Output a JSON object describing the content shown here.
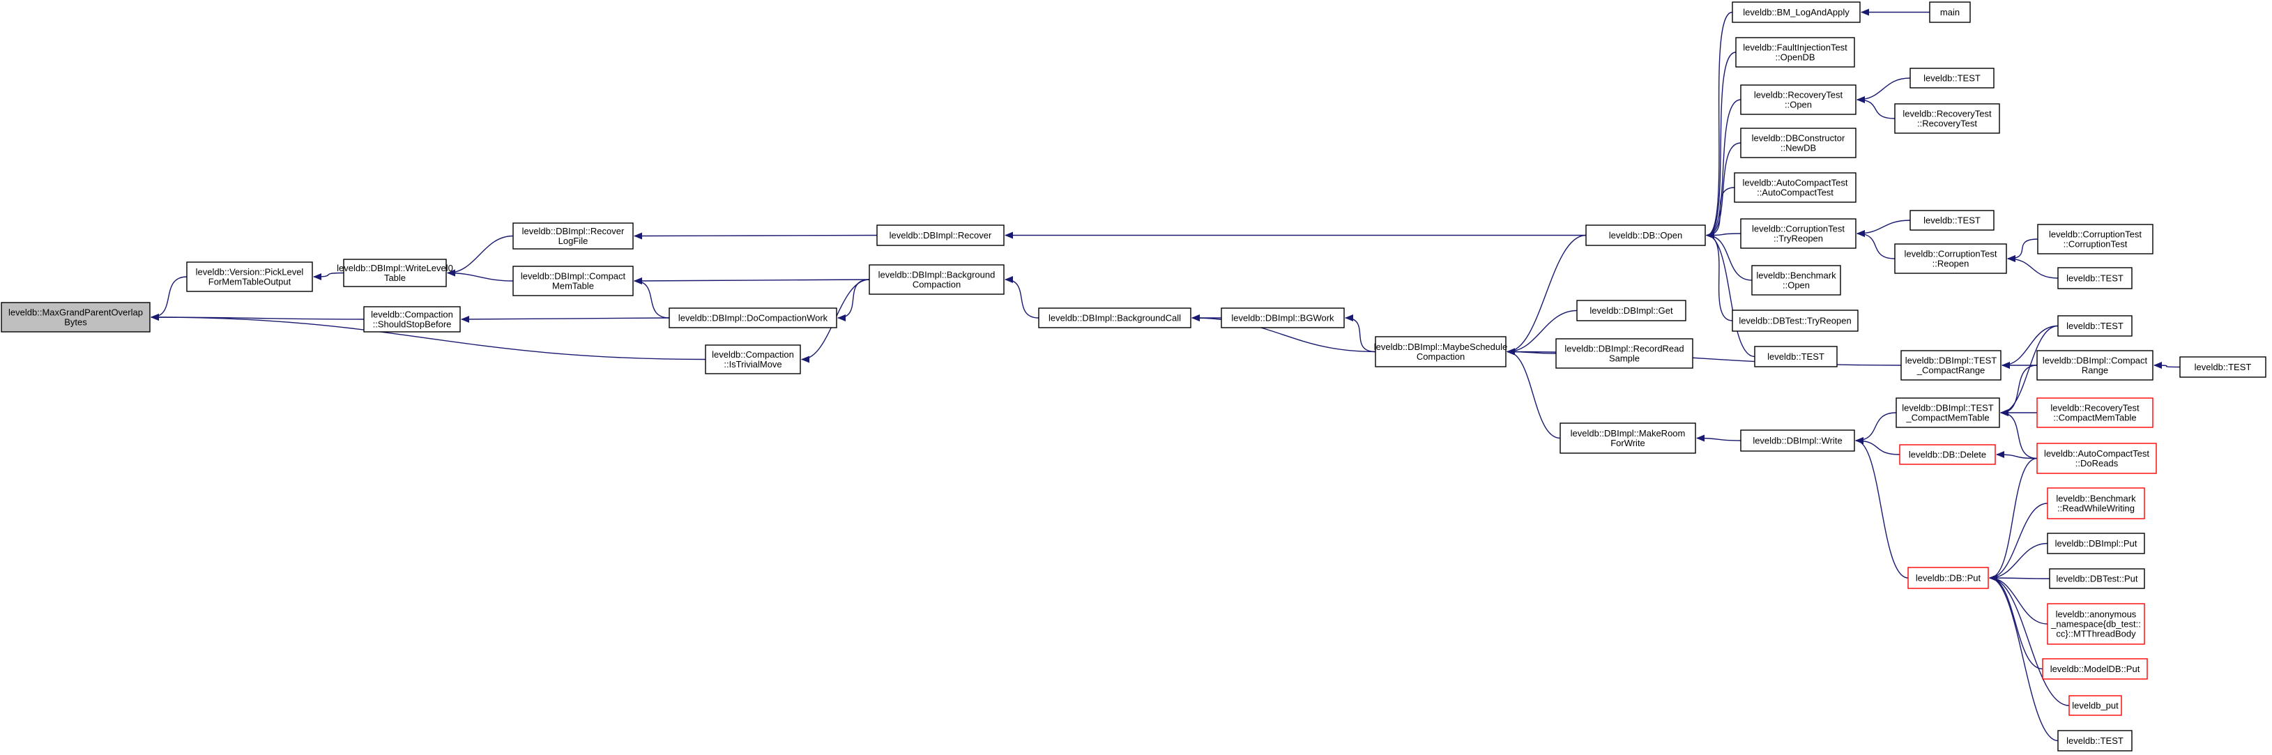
{
  "colors": {
    "edge": "#191970",
    "node_border": "#000000",
    "node_border_truncated": "#ff0000",
    "root_fill": "#bfbfbf",
    "node_fill": "#ffffff",
    "background": "#ffffff"
  },
  "nodes": [
    {
      "id": "root",
      "lines": [
        "leveldb::MaxGrandParentOverlap",
        "Bytes"
      ],
      "root": true
    },
    {
      "id": "pick",
      "lines": [
        "leveldb::Version::PickLevel",
        "ForMemTableOutput"
      ]
    },
    {
      "id": "stopbefore",
      "lines": [
        "leveldb::Compaction",
        "::ShouldStopBefore"
      ]
    },
    {
      "id": "trivial",
      "lines": [
        "leveldb::Compaction",
        "::IsTrivialMove"
      ]
    },
    {
      "id": "writel0",
      "lines": [
        "leveldb::DBImpl::WriteLevel0",
        "Table"
      ]
    },
    {
      "id": "recoverlog",
      "lines": [
        "leveldb::DBImpl::Recover",
        "LogFile"
      ]
    },
    {
      "id": "compactmem",
      "lines": [
        "leveldb::DBImpl::Compact",
        "MemTable"
      ]
    },
    {
      "id": "docompaction",
      "lines": [
        "leveldb::DBImpl::DoCompactionWork"
      ]
    },
    {
      "id": "recover",
      "lines": [
        "leveldb::DBImpl::Recover"
      ]
    },
    {
      "id": "bgcompaction",
      "lines": [
        "leveldb::DBImpl::Background",
        "Compaction"
      ]
    },
    {
      "id": "bgcall",
      "lines": [
        "leveldb::DBImpl::BackgroundCall"
      ]
    },
    {
      "id": "bgwork",
      "lines": [
        "leveldb::DBImpl::BGWork"
      ]
    },
    {
      "id": "maybeschedule",
      "lines": [
        "leveldb::DBImpl::MaybeSchedule",
        "Compaction"
      ]
    },
    {
      "id": "dbopen",
      "lines": [
        "leveldb::DB::Open"
      ]
    },
    {
      "id": "dbimplget",
      "lines": [
        "leveldb::DBImpl::Get"
      ]
    },
    {
      "id": "recordread",
      "lines": [
        "leveldb::DBImpl::RecordRead",
        "Sample"
      ]
    },
    {
      "id": "makeroom",
      "lines": [
        "leveldb::DBImpl::MakeRoom",
        "ForWrite"
      ]
    },
    {
      "id": "dbimplwrite",
      "lines": [
        "leveldb::DBImpl::Write"
      ]
    },
    {
      "id": "bmlog",
      "lines": [
        "leveldb::BM_LogAndApply"
      ]
    },
    {
      "id": "faultopen",
      "lines": [
        "leveldb::FaultInjectionTest",
        "::OpenDB"
      ]
    },
    {
      "id": "recopen",
      "lines": [
        "leveldb::RecoveryTest",
        "::Open"
      ]
    },
    {
      "id": "dbctor",
      "lines": [
        "leveldb::DBConstructor",
        "::NewDB"
      ]
    },
    {
      "id": "autoctor",
      "lines": [
        "leveldb::AutoCompactTest",
        "::AutoCompactTest"
      ]
    },
    {
      "id": "corrtryreopen",
      "lines": [
        "leveldb::CorruptionTest",
        "::TryReopen"
      ]
    },
    {
      "id": "benchopen",
      "lines": [
        "leveldb::Benchmark",
        "::Open"
      ]
    },
    {
      "id": "dbtesttryreopen",
      "lines": [
        "leveldb::DBTest::TryReopen"
      ]
    },
    {
      "id": "test_open",
      "lines": [
        "leveldb::TEST"
      ]
    },
    {
      "id": "test_compactrange",
      "lines": [
        "leveldb::DBImpl::TEST",
        "_CompactRange"
      ]
    },
    {
      "id": "test_compactmem",
      "lines": [
        "leveldb::DBImpl::TEST",
        "_CompactMemTable"
      ]
    },
    {
      "id": "dbdelete",
      "lines": [
        "leveldb::DB::Delete"
      ],
      "truncated": true
    },
    {
      "id": "dbput",
      "lines": [
        "leveldb::DB::Put"
      ],
      "truncated": true
    },
    {
      "id": "main",
      "lines": [
        "main"
      ]
    },
    {
      "id": "test_rec",
      "lines": [
        "leveldb::TEST"
      ]
    },
    {
      "id": "recctor",
      "lines": [
        "leveldb::RecoveryTest",
        "::RecoveryTest"
      ]
    },
    {
      "id": "test_corr",
      "lines": [
        "leveldb::TEST"
      ]
    },
    {
      "id": "corrreopen",
      "lines": [
        "leveldb::CorruptionTest",
        "::Reopen"
      ]
    },
    {
      "id": "corrctor",
      "lines": [
        "leveldb::CorruptionTest",
        "::CorruptionTest"
      ]
    },
    {
      "id": "test_corr2",
      "lines": [
        "leveldb::TEST"
      ]
    },
    {
      "id": "test_cr",
      "lines": [
        "leveldb::TEST"
      ]
    },
    {
      "id": "dbcompactrange",
      "lines": [
        "leveldb::DBImpl::Compact",
        "Range"
      ]
    },
    {
      "id": "test_dcr",
      "lines": [
        "leveldb::TEST"
      ]
    },
    {
      "id": "reccompactmem",
      "lines": [
        "leveldb::RecoveryTest",
        "::CompactMemTable"
      ],
      "truncated": true
    },
    {
      "id": "autodoreads",
      "lines": [
        "leveldb::AutoCompactTest",
        "::DoReads"
      ],
      "truncated": true
    },
    {
      "id": "benchrww",
      "lines": [
        "leveldb::Benchmark",
        "::ReadWhileWriting"
      ],
      "truncated": true
    },
    {
      "id": "dbimplput",
      "lines": [
        "leveldb::DBImpl::Put"
      ]
    },
    {
      "id": "dbtestput",
      "lines": [
        "leveldb::DBTest::Put"
      ]
    },
    {
      "id": "mtthread",
      "lines": [
        "leveldb::anonymous",
        "_namespace{db_test::",
        "cc}::MTThreadBody"
      ],
      "truncated": true
    },
    {
      "id": "modelput",
      "lines": [
        "leveldb::ModelDB::Put"
      ],
      "truncated": true
    },
    {
      "id": "leveldbput",
      "lines": [
        "leveldb_put"
      ],
      "truncated": true
    },
    {
      "id": "test_put",
      "lines": [
        "leveldb::TEST"
      ]
    }
  ],
  "edges": [
    [
      "pick",
      "root"
    ],
    [
      "stopbefore",
      "root"
    ],
    [
      "trivial",
      "root"
    ],
    [
      "writel0",
      "pick"
    ],
    [
      "recoverlog",
      "writel0"
    ],
    [
      "compactmem",
      "writel0"
    ],
    [
      "docompaction",
      "stopbefore"
    ],
    [
      "bgcompaction",
      "trivial"
    ],
    [
      "recover",
      "recoverlog"
    ],
    [
      "bgcompaction",
      "compactmem"
    ],
    [
      "docompaction",
      "compactmem"
    ],
    [
      "bgcompaction",
      "docompaction"
    ],
    [
      "dbopen",
      "recover"
    ],
    [
      "bgcall",
      "bgcompaction"
    ],
    [
      "bgwork",
      "bgcall"
    ],
    [
      "maybeschedule",
      "bgcall"
    ],
    [
      "maybeschedule",
      "bgwork"
    ],
    [
      "dbopen",
      "maybeschedule"
    ],
    [
      "dbimplget",
      "maybeschedule"
    ],
    [
      "recordread",
      "maybeschedule"
    ],
    [
      "makeroom",
      "maybeschedule"
    ],
    [
      "test_compactrange",
      "maybeschedule"
    ],
    [
      "dbimplwrite",
      "makeroom"
    ],
    [
      "bmlog",
      "dbopen"
    ],
    [
      "faultopen",
      "dbopen"
    ],
    [
      "recopen",
      "dbopen"
    ],
    [
      "dbctor",
      "dbopen"
    ],
    [
      "autoctor",
      "dbopen"
    ],
    [
      "corrtryreopen",
      "dbopen"
    ],
    [
      "benchopen",
      "dbopen"
    ],
    [
      "dbtesttryreopen",
      "dbopen"
    ],
    [
      "test_open",
      "dbopen"
    ],
    [
      "main",
      "bmlog"
    ],
    [
      "test_rec",
      "recopen"
    ],
    [
      "recctor",
      "recopen"
    ],
    [
      "test_corr",
      "corrtryreopen"
    ],
    [
      "corrreopen",
      "corrtryreopen"
    ],
    [
      "corrctor",
      "corrreopen"
    ],
    [
      "test_corr2",
      "corrreopen"
    ],
    [
      "test_cr",
      "test_compactrange"
    ],
    [
      "dbcompactrange",
      "test_compactrange"
    ],
    [
      "test_dcr",
      "dbcompactrange"
    ],
    [
      "test_compactmem",
      "dbimplwrite"
    ],
    [
      "dbdelete",
      "dbimplwrite"
    ],
    [
      "dbput",
      "dbimplwrite"
    ],
    [
      "test_cr",
      "test_compactmem"
    ],
    [
      "dbcompactrange",
      "test_compactmem"
    ],
    [
      "reccompactmem",
      "test_compactmem"
    ],
    [
      "autodoreads",
      "test_compactmem"
    ],
    [
      "autodoreads",
      "dbdelete"
    ],
    [
      "autodoreads",
      "dbput"
    ],
    [
      "benchrww",
      "dbput"
    ],
    [
      "dbimplput",
      "dbput"
    ],
    [
      "dbtestput",
      "dbput"
    ],
    [
      "mtthread",
      "dbput"
    ],
    [
      "modelput",
      "dbput"
    ],
    [
      "leveldbput",
      "dbput"
    ],
    [
      "test_put",
      "dbput"
    ]
  ]
}
